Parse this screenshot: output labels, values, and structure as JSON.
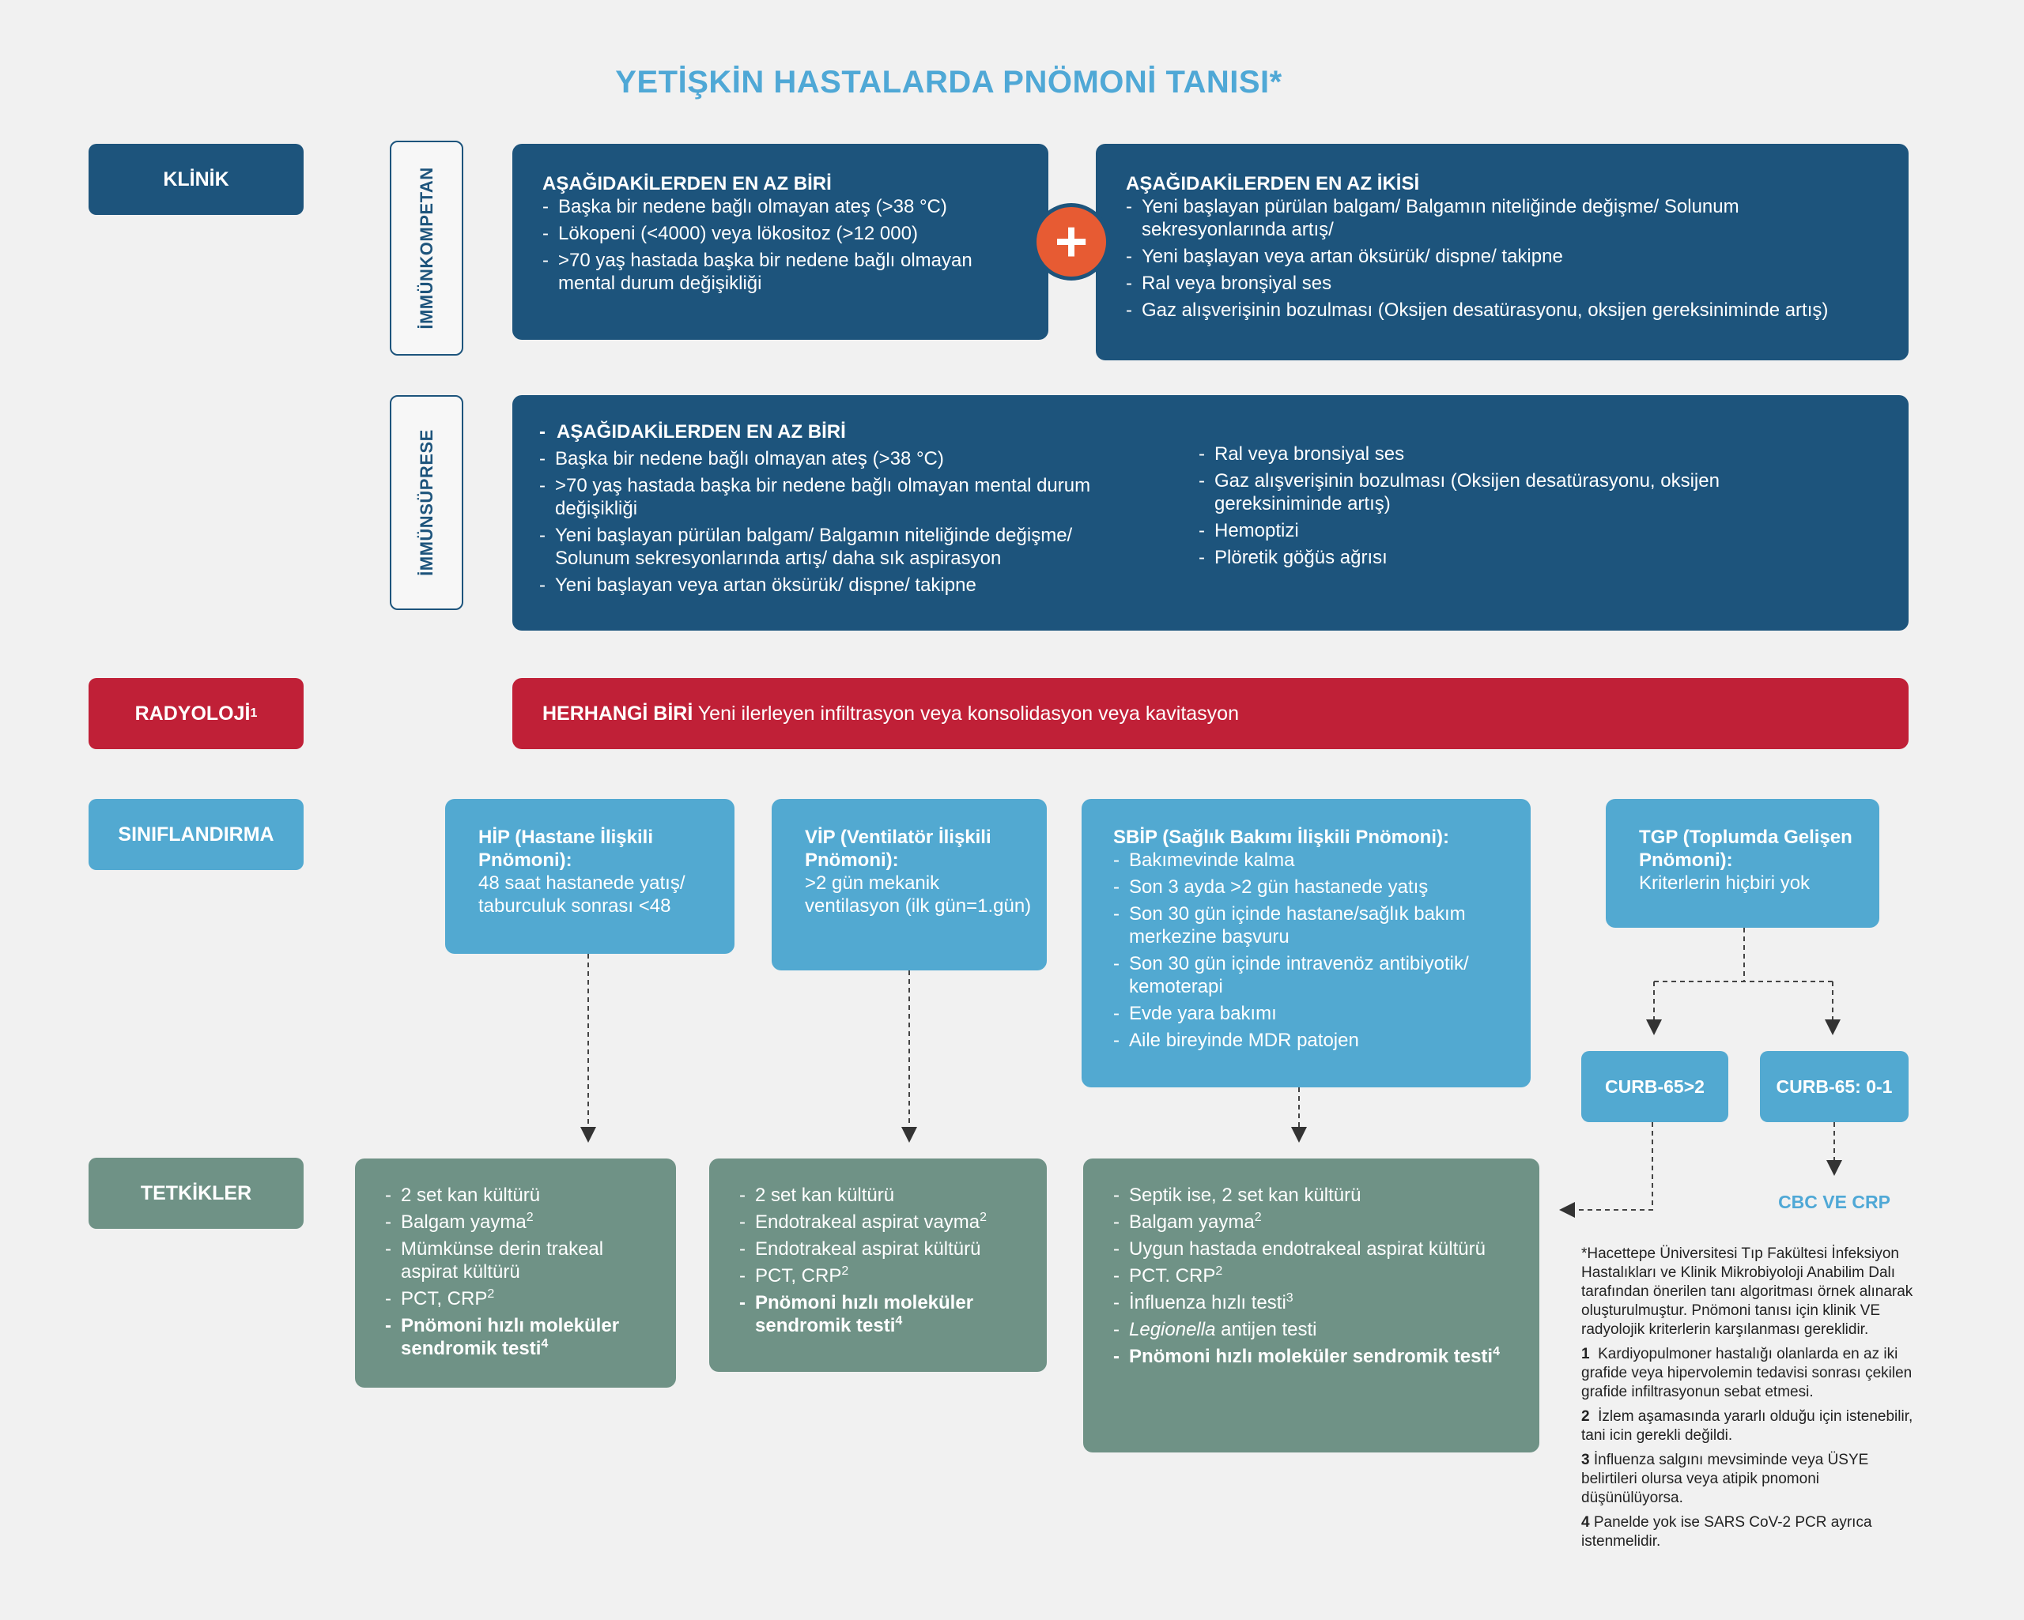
{
  "title": "YETİŞKİN HASTALARDA PNÖMONİ TANISI*",
  "rows": {
    "klinik": "KLİNİK",
    "radyoloji": "RADYOLOJİ",
    "radyoloji_sup": "1",
    "siniflandirma": "SINIFLANDIRMA",
    "tetkikler": "TETKİKLER"
  },
  "side_labels": {
    "immunkompetan": "İMMÜNKOMPETAN",
    "immunsuprese": "İMMÜNSÜPRESE"
  },
  "plus": "+",
  "immunocompetent": {
    "box1": {
      "heading": "AŞAĞIDAKİLERDEN EN AZ BİRİ",
      "items": [
        "Başka bir nedene bağlı olmayan ateş (>38 °C)",
        "Lökopeni (<4000) veya lökositoz (>12 000)",
        ">70 yaş hastada başka bir nedene bağlı olmayan mental durum değişikliği"
      ]
    },
    "box2": {
      "heading": "AŞAĞIDAKİLERDEN EN AZ İKİSİ",
      "items": [
        "Yeni başlayan pürülan balgam/ Balgamın niteliğinde değişme/ Solunum sekresyonlarında artış/",
        "Yeni başlayan veya artan öksürük/ dispne/ takipne",
        "Ral veya bronşiyal ses",
        "Gaz alışverişinin bozulması (Oksijen desatürasyonu, oksijen gereksiniminde artış)"
      ]
    }
  },
  "immunosuppressed": {
    "heading": "AŞAĞIDAKİLERDEN EN AZ BİRİ",
    "left_items": [
      "Başka bir nedene bağlı olmayan ateş (>38 °C)",
      ">70 yaş hastada başka bir nedene bağlı olmayan mental durum değişikliği",
      "Yeni başlayan pürülan balgam/ Balgamın niteliğinde değişme/ Solunum sekresyonlarında artış/ daha sık aspirasyon",
      "Yeni başlayan veya artan öksürük/ dispne/ takipne"
    ],
    "right_items": [
      "Ral veya bronsiyal ses",
      "Gaz  alışverişinin bozulması (Oksijen desatürasyonu, oksijen gereksiniminde artış)",
      "Hemoptizi",
      "Plöretik göğüs ağrısı"
    ]
  },
  "radiology": {
    "bold": "HERHANGİ BİRİ",
    "text": " Yeni ilerleyen infiltrasyon veya konsolidasyon veya kavitasyon"
  },
  "classification": {
    "hip": {
      "heading": "HİP (Hastane İlişkili Pnömoni):",
      "text": "48 saat hastanede yatış/ taburculuk sonrası <48"
    },
    "vip": {
      "heading": "VİP (Ventilatör İlişkili Pnömoni):",
      "text": ">2 gün mekanik ventilasyon (ilk gün=1.gün)"
    },
    "sbip": {
      "heading": "SBİP (Sağlık Bakımı İlişkili Pnömoni):",
      "items": [
        "Bakımevinde kalma",
        "Son 3 ayda >2 gün hastanede yatış",
        "Son 30 gün içinde hastane/sağlık bakım merkezine başvuru",
        "Son 30 gün içinde intravenöz antibiyotik/ kemoterapi",
        "Evde yara bakımı",
        "Aile bireyinde MDR patojen"
      ]
    },
    "tgp": {
      "heading": "TGP (Toplumda Gelişen Pnömoni):",
      "text": "Kriterlerin hiçbiri yok"
    },
    "curb_high": "CURB-65>2",
    "curb_low": "CURB-65: 0-1",
    "cbc": "CBC VE CRP"
  },
  "tests": {
    "hip": [
      {
        "text": "2 set kan kültürü"
      },
      {
        "text": "Balgam yayma",
        "sup": "2"
      },
      {
        "text": "Mümkünse derin trakeal aspirat kültürü"
      },
      {
        "text": "PCT, CRP",
        "sup": "2"
      },
      {
        "text": "Pnömoni hızlı moleküler sendromik testi",
        "sup": "4",
        "bold": true
      }
    ],
    "vip": [
      {
        "text": "2 set kan kültürü"
      },
      {
        "text": "Endotrakeal aspirat vayma",
        "sup": "2"
      },
      {
        "text": "Endotrakeal aspirat kültürü"
      },
      {
        "text": "PCT, CRP",
        "sup": "2"
      },
      {
        "text": "Pnömoni hızlı moleküler sendromik testi",
        "sup": "4",
        "bold": true
      }
    ],
    "sbip": [
      {
        "text": "Septik ise, 2 set kan kültürü"
      },
      {
        "text": "Balgam yayma",
        "sup": "2"
      },
      {
        "text": "Uygun hastada endotrakeal aspirat kültürü"
      },
      {
        "text": "PCT. CRP",
        "sup": "2"
      },
      {
        "text": "İnfluenza hızlı testi",
        "sup": "3"
      },
      {
        "text": "Legionella",
        "suffix": " antijen testi",
        "italic": true
      },
      {
        "text": "Pnömoni hızlı moleküler sendromik testi",
        "sup": "4",
        "bold": true
      }
    ]
  },
  "notes": {
    "main": "*Hacettepe Üniversitesi Tıp Fakültesi İnfeksiyon Hastalıkları ve Klinik Mikrobiyoloji Anabilim Dalı tarafından önerilen tanı algoritması örnek alınarak oluşturulmuştur. Pnömoni tanısı için klinik VE radyolojik kriterlerin karşılanması gereklidir.",
    "n1_num": "1",
    "n1": "  Kardiyopulmoner hastalığı olanlarda en az iki grafide veya hipervolemin tedavisi sonrası çekilen grafide infiltrasyonun sebat etmesi.",
    "n2_num": "2",
    "n2": "  İzlem aşamasında yararlı olduğu için istenebilir, tani icin gerekli değildi.",
    "n3_num": "3",
    "n3": " İnfluenza salgını mevsiminde veya ÜSYE belirtileri olursa veya atipik pnomoni düşünülüyorsa.",
    "n4_num": "4",
    "n4": " Panelde yok ise SARS CoV-2 PCR ayrıca istenmelidir."
  },
  "colors": {
    "dark_blue": "#1d547c",
    "red": "#c02037",
    "light_blue": "#52a9d1",
    "green": "#6f9286",
    "orange": "#e75b33",
    "title_blue": "#4fa8d6"
  }
}
